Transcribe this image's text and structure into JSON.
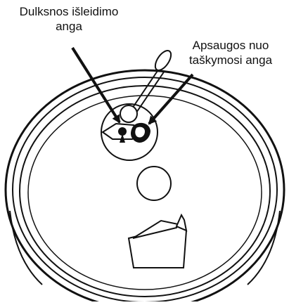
{
  "labels": {
    "steam_vent": {
      "line1": "Dulksnos išleidimo",
      "line2": "anga"
    },
    "splash_guard": {
      "line1": "Apsaugos nuo",
      "line2": "taškymosi anga"
    }
  },
  "colors": {
    "line": "#111111",
    "background": "#ffffff"
  }
}
